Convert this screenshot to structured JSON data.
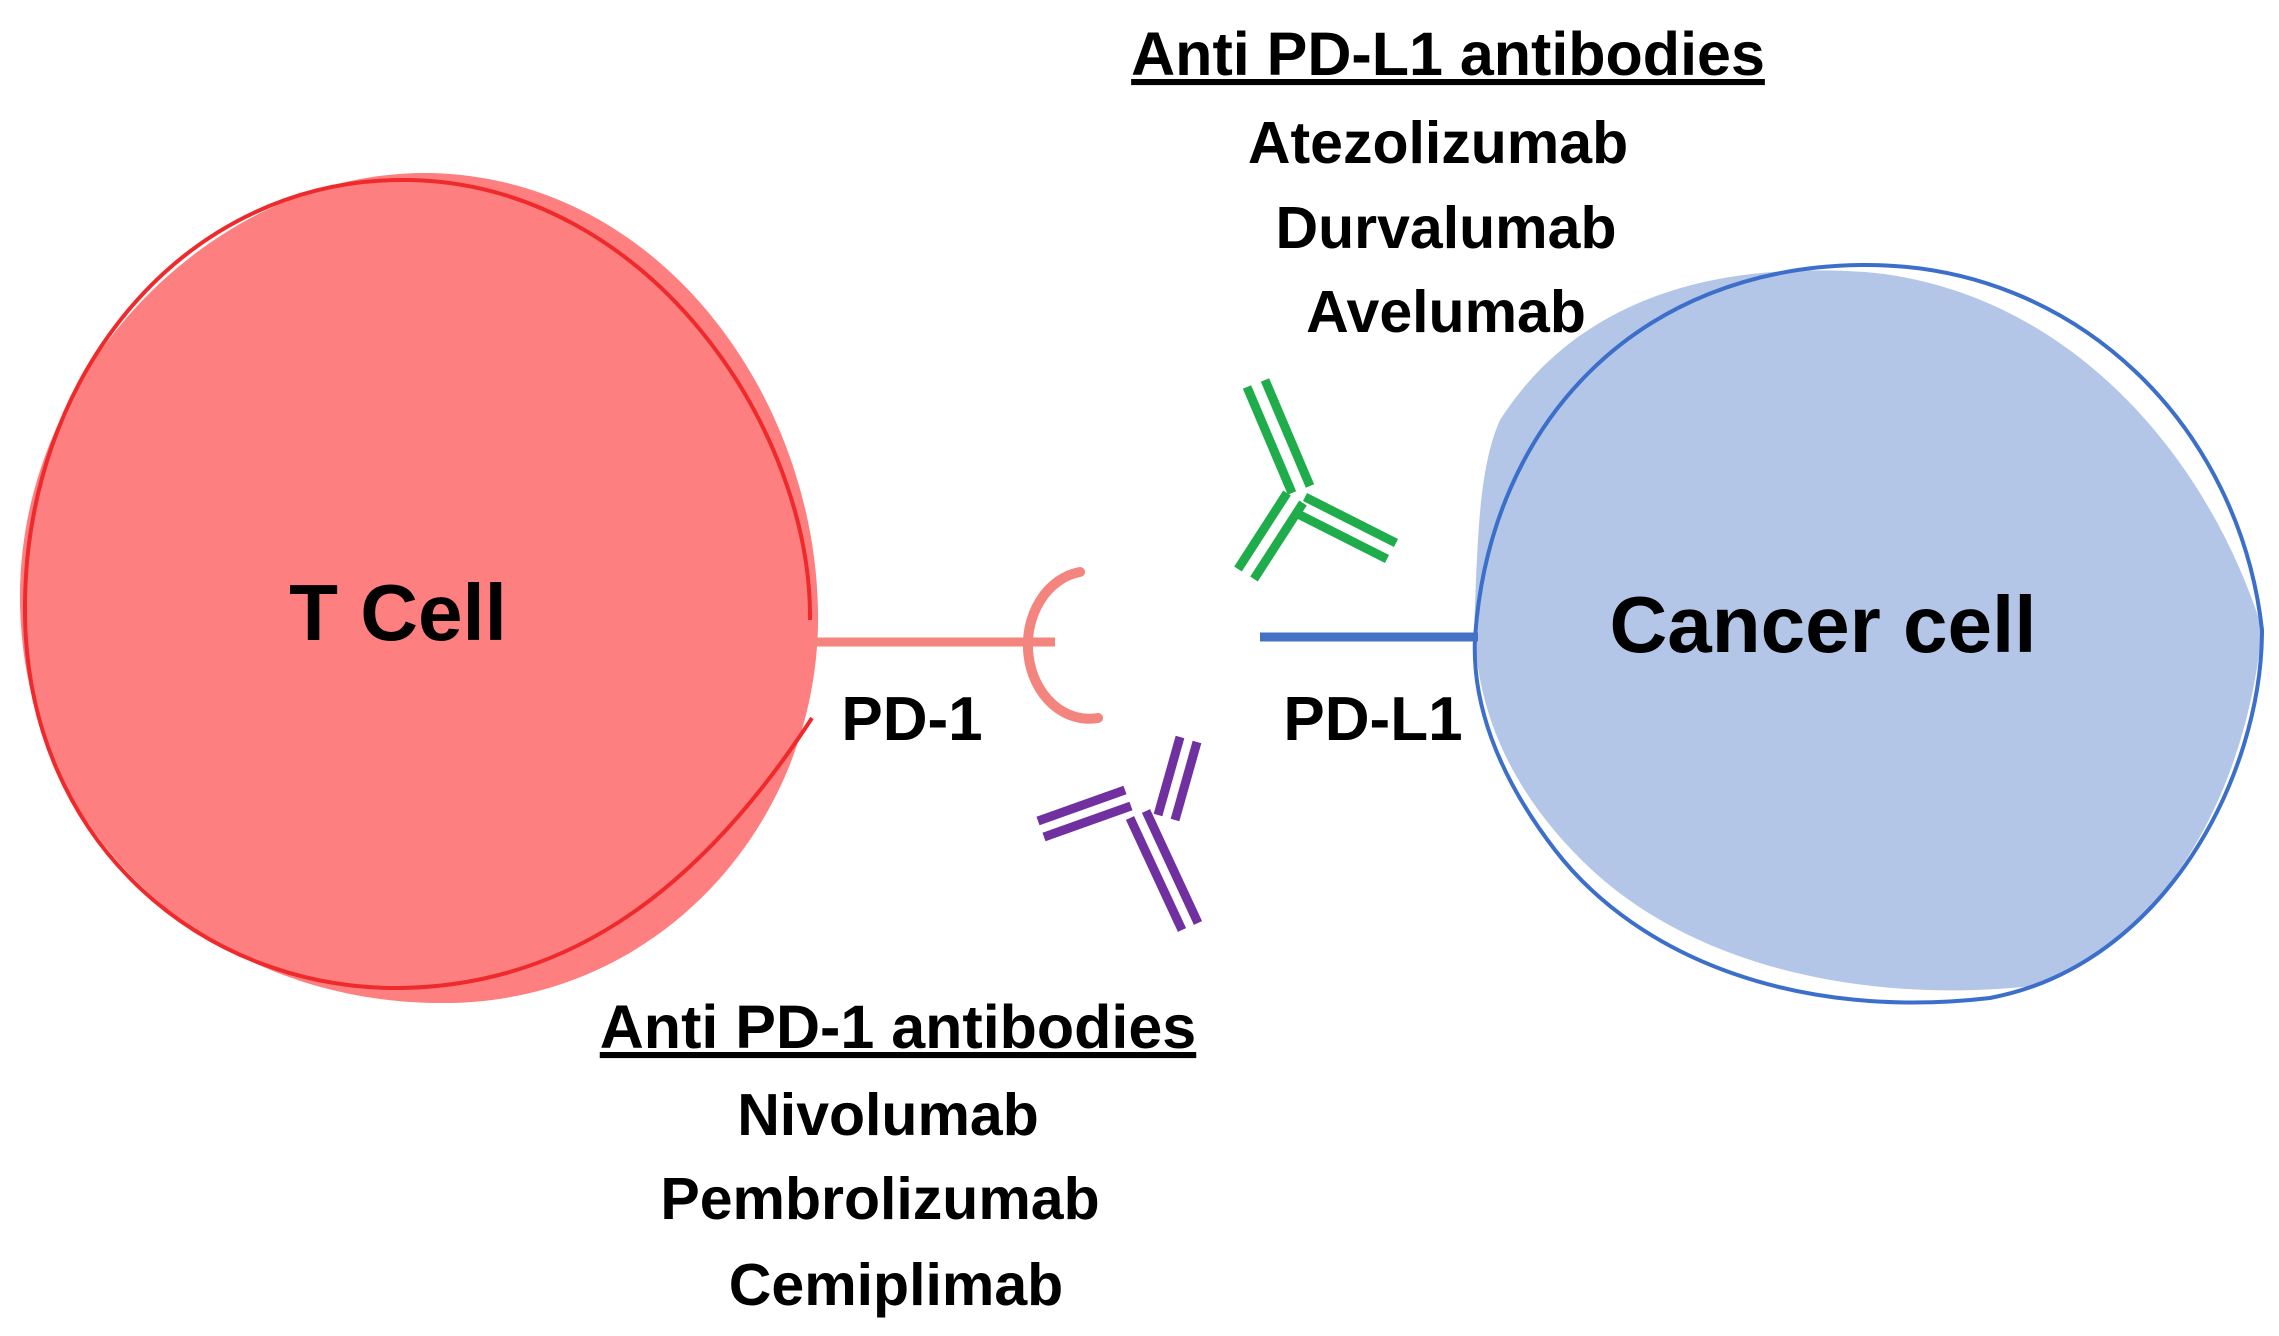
{
  "t_cell": {
    "label": "T Cell",
    "fill_color": "#fe7f7f",
    "outline_color": "#ef2a2c"
  },
  "cancer_cell": {
    "label": "Cancer cell",
    "fill_color": "#b3c6e7",
    "outline_color": "#3c6fc9"
  },
  "receptors": {
    "pd1": {
      "label": "PD-1",
      "color": "#f4857e"
    },
    "pdl1": {
      "label": "PD-L1",
      "color": "#4472c4"
    }
  },
  "anti_pdl1": {
    "heading": "Anti PD-L1 antibodies",
    "drugs": [
      "Atezolizumab",
      "Durvalumab",
      "Avelumab"
    ],
    "antibody_color": "#1fad4c"
  },
  "anti_pd1": {
    "heading": "Anti PD-1 antibodies",
    "drugs": [
      "Nivolumab",
      "Pembrolizumab",
      "Cemiplimab"
    ],
    "antibody_color": "#7030a0"
  }
}
